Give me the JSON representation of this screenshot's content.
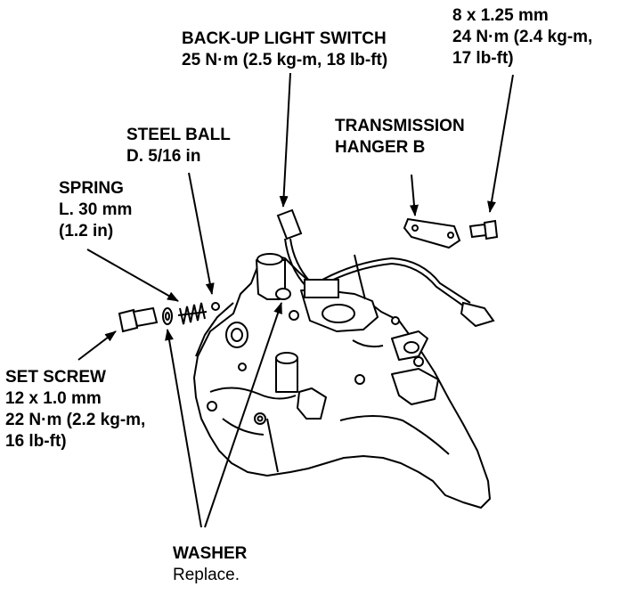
{
  "labels": {
    "bolt": {
      "l1": "8 x 1.25 mm",
      "l2": "24 N·m (2.4 kg-m,",
      "l3": "17 lb-ft)"
    },
    "backup_switch": {
      "name": "BACK-UP LIGHT SWITCH",
      "torque": "25 N·m (2.5 kg-m, 18 lb-ft)"
    },
    "hanger": {
      "l1": "TRANSMISSION",
      "l2": "HANGER B"
    },
    "steel_ball": {
      "name": "STEEL BALL",
      "spec": "D. 5/16 in"
    },
    "spring": {
      "name": "SPRING",
      "spec1": "L. 30 mm",
      "spec2": "(1.2 in)"
    },
    "set_screw": {
      "name": "SET SCREW",
      "l1": "12 x 1.0 mm",
      "l2": "22 N·m (2.2 kg-m,",
      "l3": "16 lb-ft)"
    },
    "washer": {
      "name": "WASHER",
      "note": "Replace."
    }
  }
}
